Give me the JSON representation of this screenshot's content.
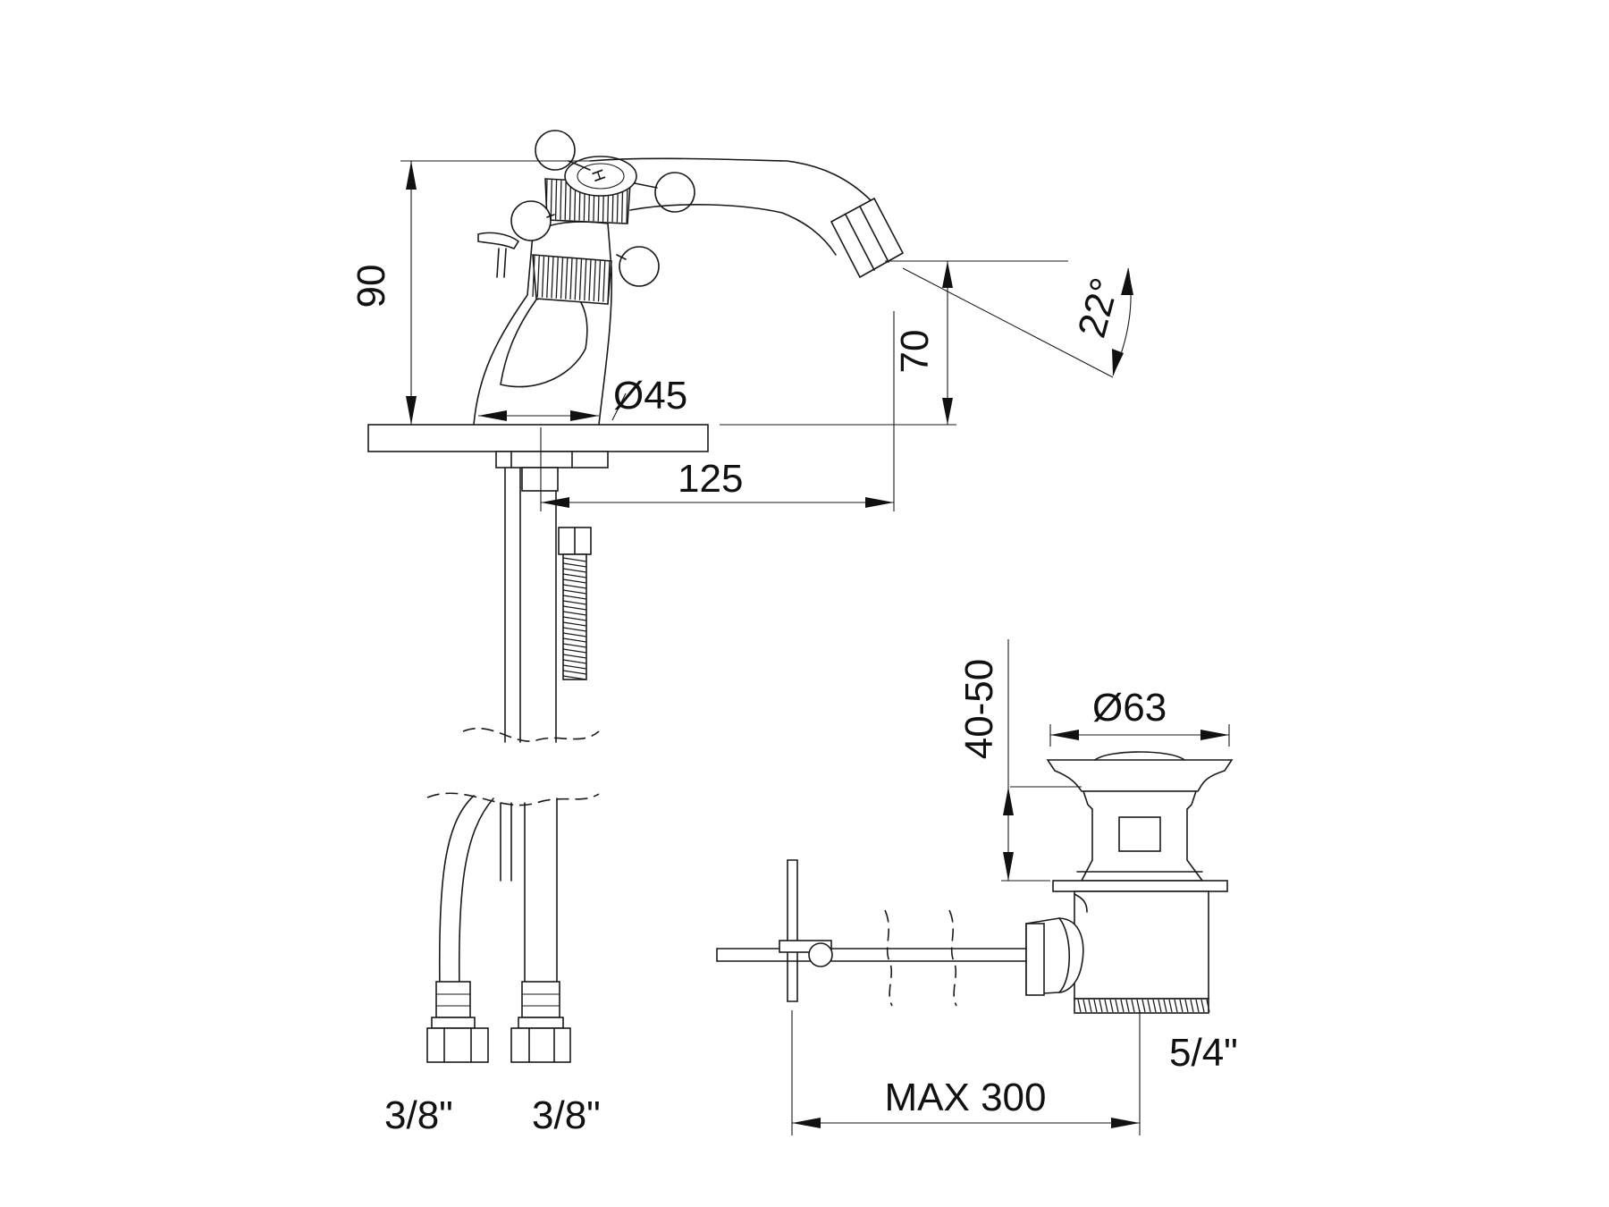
{
  "drawing": {
    "subject": "bidet mixer with pop-up waste",
    "dimensions": {
      "height_total": "90",
      "spout_height": "70",
      "spout_angle": "22°",
      "base_diameter": "Ø45",
      "spout_reach": "125",
      "waste_diameter": "Ø63",
      "waste_height": "40-50",
      "rod_length": "MAX 300",
      "waste_thread": "5/4\"",
      "hose_left": "3/8\"",
      "hose_right": "3/8\""
    },
    "colors": {
      "line": "#1a1a1a",
      "background": "#ffffff"
    }
  }
}
